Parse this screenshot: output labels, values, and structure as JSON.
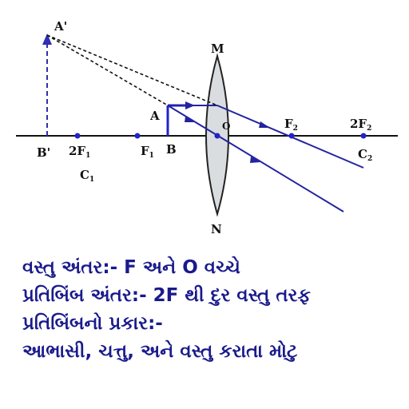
{
  "diagram": {
    "labels": {
      "image_top": "A'",
      "lens_top": "M",
      "object_top": "A",
      "optical_center": "O",
      "focus_right": "F",
      "focus_right_sub": "2",
      "twice_focus_right": "2F",
      "twice_focus_right_sub": "2",
      "image_base": "B'",
      "twice_focus_left": "2F",
      "twice_focus_left_sub": "1",
      "focus_left": "F",
      "focus_left_sub": "1",
      "object_base": "B",
      "center_right": "C",
      "center_right_sub": "2",
      "center_left": "C",
      "center_left_sub": "1",
      "lens_bottom": "N"
    },
    "colors": {
      "ray": "#2323a0",
      "image_dash": "#3030b0",
      "object": "#2323c8",
      "axis": "#111111",
      "lens_fill": "#d9dde0",
      "lens_stroke": "#222222"
    }
  },
  "caption": {
    "line1": "વસ્તુ અંતર:- F અને O વચ્ચે",
    "line2": "પ્રતિબિંબ અંતર:- 2F થી દુર વસ્તુ તરફ",
    "line3": "પ્રતિબિંબનો પ્રકાર:-",
    "line4": "આભાસી, ચત્તુ, અને વસ્તુ કરાતા મોટુ"
  }
}
